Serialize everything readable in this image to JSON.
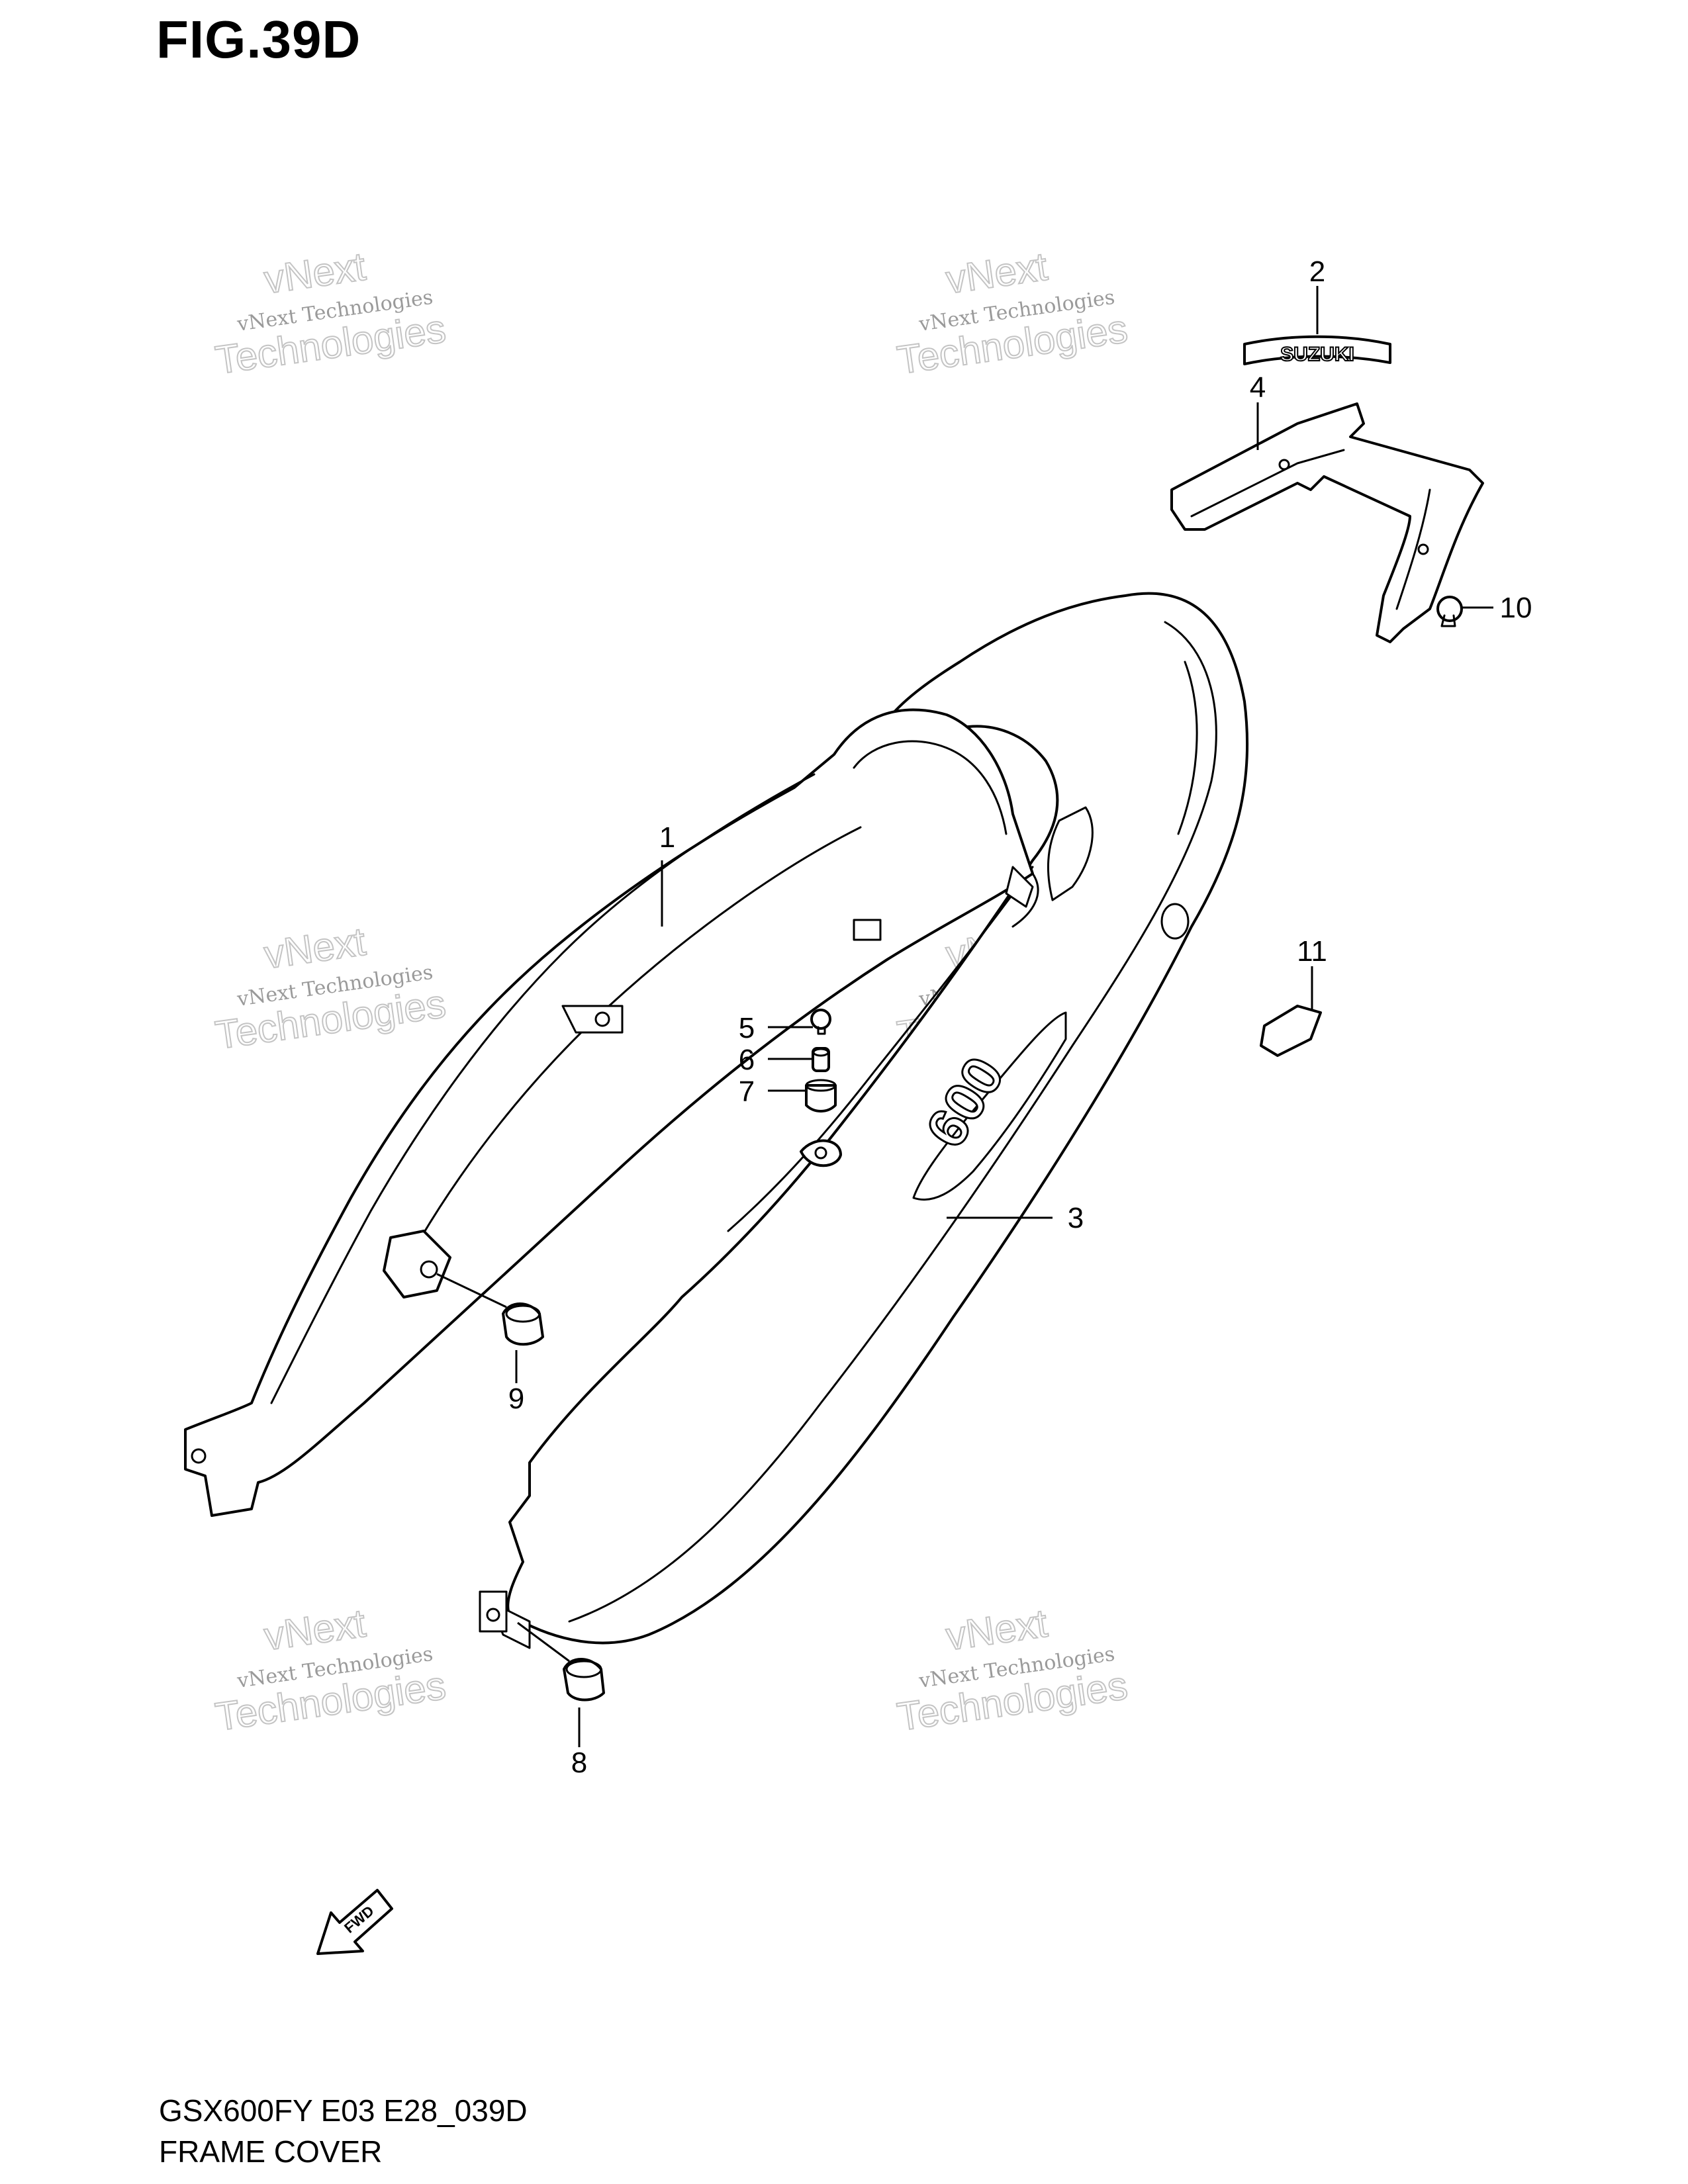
{
  "figure": {
    "title": "FIG.39D"
  },
  "footer": {
    "model_code": "GSX600FY E03 E28_039D",
    "section_name": "FRAME COVER"
  },
  "callouts": {
    "c1": "1",
    "c2": "2",
    "c3": "3",
    "c4": "4",
    "c5": "5",
    "c6": "6",
    "c7": "7",
    "c8": "8",
    "c9": "9",
    "c10": "10",
    "c11": "11"
  },
  "emblem": {
    "text": "SUZUKI"
  },
  "cover_badge": {
    "text": "600"
  },
  "arrow": {
    "text": "FWD"
  },
  "watermark": {
    "line1": "vNext Technologies",
    "line2": "vNext",
    "line3": "Technologies"
  }
}
